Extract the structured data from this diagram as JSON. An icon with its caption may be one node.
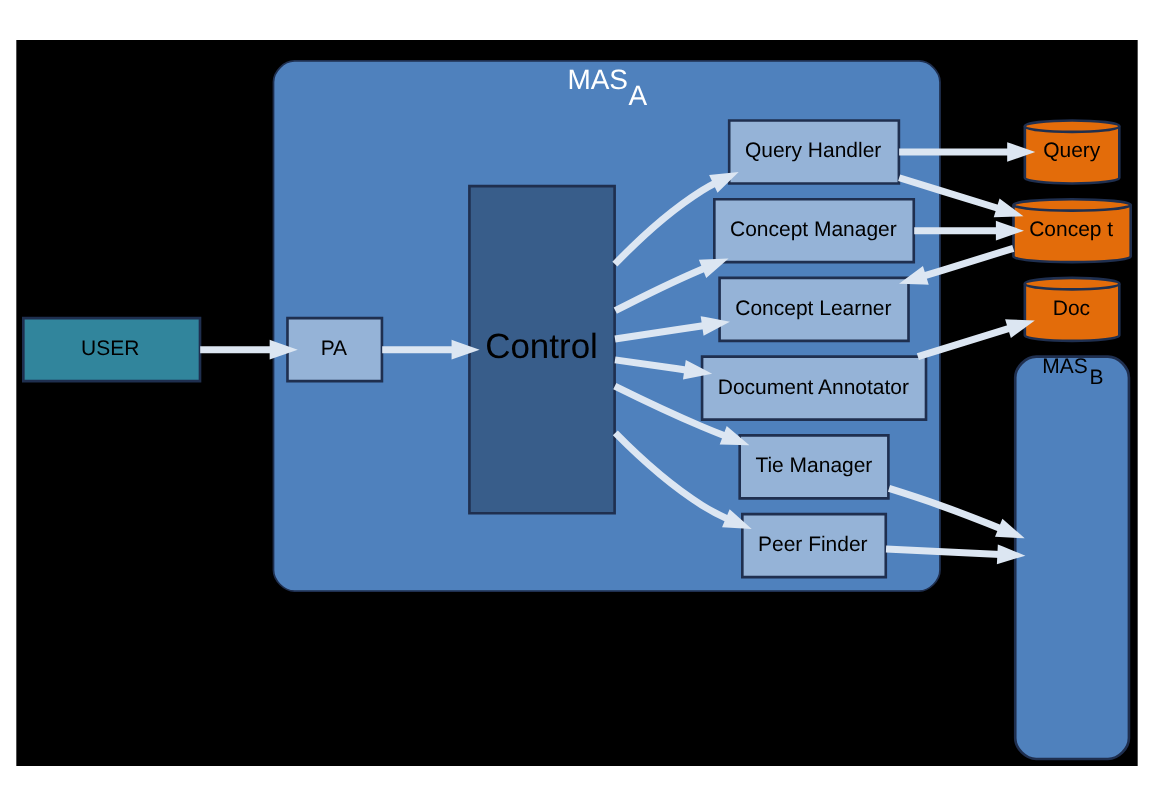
{
  "diagram": {
    "nodes": [
      {
        "text": [
          "MAS$_{A}$"
        ]
      },
      {
        "text": [
          "Control"
        ],
        "in": 0
      },
      {
        "text": [
          "Query Handler"
        ],
        "in": 0
      },
      {
        "text": [
          "Concept Manager"
        ],
        "in": 0
      },
      {
        "text": [
          "Concept Learner"
        ],
        "in": 0
      },
      {
        "text": [
          "Document Annotator"
        ],
        "in": 0
      },
      {
        "text": [
          "Peer Finder"
        ],
        "in": 0
      },
      {
        "text": [
          "Tie Manager"
        ],
        "in": 0
      },
      {
        "text": [
          "PA"
        ],
        "in": 0
      },
      {
        "text": [
          "Query"
        ]
      },
      {
        "text": [
          "Concep t"
        ]
      },
      {
        "text": [
          "Doc"
        ]
      },
      {
        "text": [
          "MAS$_{B}$"
        ]
      },
      {
        "text": [
          "USER"
        ]
      }
    ],
    "edges": [
      {
        "from": 1,
        "to": 2,
        "arrow": "to"
      },
      {
        "from": 1,
        "to": 3,
        "arrow": "to"
      },
      {
        "from": 1,
        "to": 4,
        "arrow": "to"
      },
      {
        "from": 1,
        "to": 5,
        "arrow": "to"
      },
      {
        "from": 1,
        "to": 6,
        "arrow": "to"
      },
      {
        "from": 1,
        "to": 7,
        "arrow": "to"
      },
      {
        "from": 8,
        "to": 1,
        "arrow": "to"
      },
      {
        "from": 13,
        "to": 8,
        "arrow": "to"
      },
      {
        "from": 2,
        "to": 9,
        "arrow": "to"
      },
      {
        "from": 2,
        "to": 10,
        "arrow": "to"
      },
      {
        "from": 3,
        "to": 10,
        "arrow": "to"
      },
      {
        "from": 10,
        "to": 4,
        "arrow": "to"
      },
      {
        "from": 5,
        "to": 11,
        "arrow": "to"
      },
      {
        "from": 6,
        "to": 12,
        "arrow": "to"
      },
      {
        "from": 7,
        "to": 12,
        "arrow": "to"
      }
    ]
  }
}
